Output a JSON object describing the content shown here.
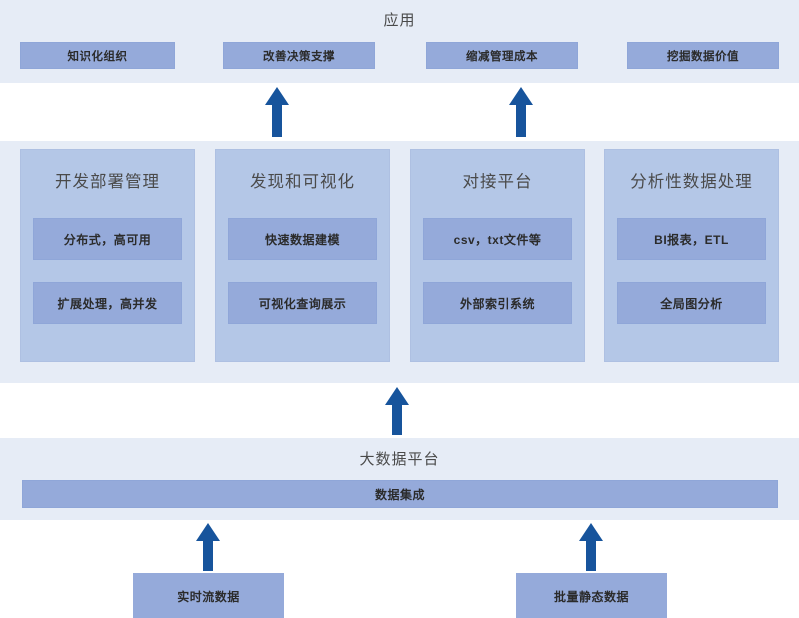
{
  "diagram": {
    "sections": {
      "application": {
        "title": "应用",
        "chips": [
          {
            "label": "知识化组织"
          },
          {
            "label": "改善决策支撑"
          },
          {
            "label": "缩减管理成本"
          },
          {
            "label": "挖掘数据价值"
          }
        ]
      },
      "capabilities": {
        "columns": [
          {
            "title": "开发部署管理",
            "items": [
              "分布式，高可用",
              "扩展处理，高并发"
            ]
          },
          {
            "title": "发现和可视化",
            "items": [
              "快速数据建模",
              "可视化查询展示"
            ]
          },
          {
            "title": "对接平台",
            "items": [
              "csv，txt文件等",
              "外部索引系统"
            ]
          },
          {
            "title": "分析性数据处理",
            "items": [
              "BI报表，ETL",
              "全局图分析"
            ]
          }
        ]
      },
      "platform": {
        "title": "大数据平台",
        "integration_bar": "数据集成"
      },
      "sources": {
        "boxes": [
          {
            "label": "实时流数据"
          },
          {
            "label": "批量静态数据"
          }
        ]
      }
    },
    "arrows": [
      {
        "name": "arrow-decision-support-up"
      },
      {
        "name": "arrow-cost-reduction-up"
      },
      {
        "name": "arrow-platform-to-capabilities-up"
      },
      {
        "name": "arrow-stream-source-up"
      },
      {
        "name": "arrow-batch-source-up"
      }
    ],
    "colors": {
      "band_background": "#e6ecf6",
      "column_fill": "#b4c7e7",
      "chip_fill": "#95aada",
      "arrow_fill": "#17549c",
      "text_dark": "#2b2b2b",
      "text_title": "#4a4a4a",
      "page_background": "#ffffff"
    }
  }
}
